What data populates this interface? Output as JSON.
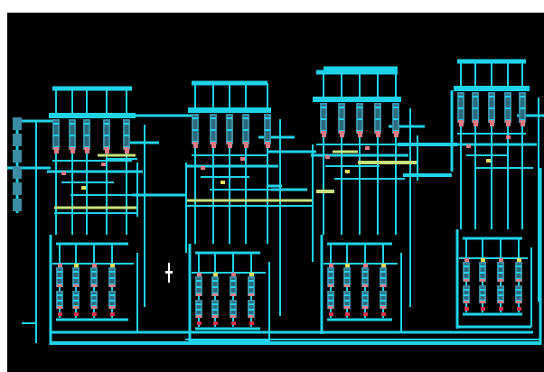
{
  "colors": {
    "background": "#000000",
    "page": "#ffffff",
    "metal": "#1fd3ea",
    "highlight": "#c6e37a",
    "contact_pink": "#e27a86",
    "contact_yellow": "#e8dc5c",
    "contact_red": "#e0304a",
    "device_dark": "#2a6a7e",
    "device_body": "#3c8ea4"
  },
  "blocks": [
    {
      "name": "stage-block-1"
    },
    {
      "name": "stage-block-2"
    },
    {
      "name": "stage-block-3"
    },
    {
      "name": "stage-block-4"
    }
  ],
  "icons": [
    "layout-marker-icon"
  ]
}
